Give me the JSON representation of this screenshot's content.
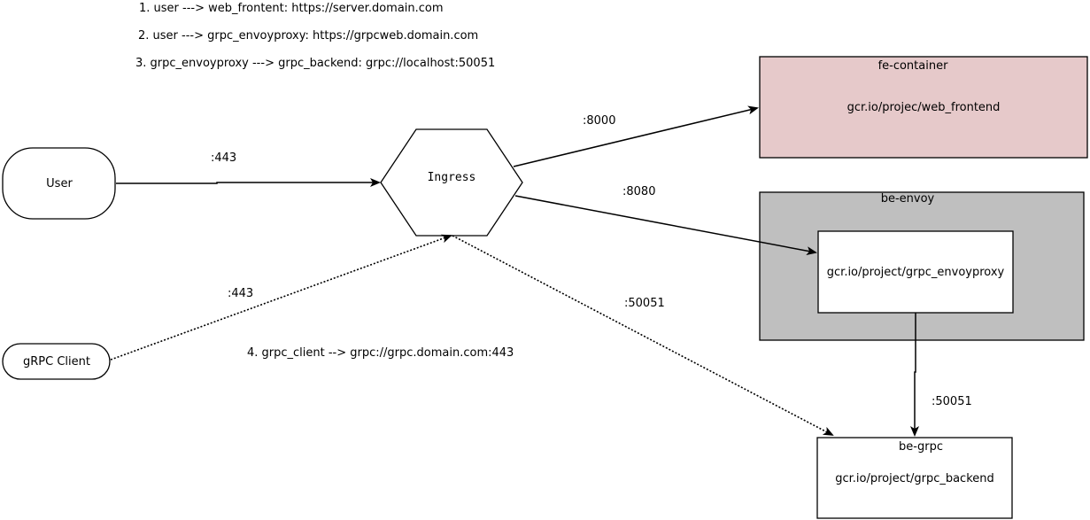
{
  "notes": [
    "1. user ---> web_frontent:   https://server.domain.com",
    "2. user ---> grpc_envoyproxy:   https://grpcweb.domain.com",
    "3. grpc_envoyproxy ---> grpc_backend:   grpc://localhost:50051",
    "4. grpc_client --> grpc://grpc.domain.com:443"
  ],
  "nodes": {
    "user": "User",
    "grpc_client": "gRPC Client",
    "ingress": "Ingress",
    "fe_container": {
      "title": "fe-container",
      "image": "gcr.io/projec/web_frontend"
    },
    "be_envoy": {
      "title": "be-envoy",
      "image": "gcr.io/project/grpc_envoyproxy"
    },
    "be_grpc": {
      "title": "be-grpc",
      "image": "gcr.io/project/grpc_backend"
    }
  },
  "edges": {
    "user_ingress": ":443",
    "client_ingress": ":443",
    "ingress_fe": ":8000",
    "ingress_envoy": ":8080",
    "ingress_grpc": ":50051",
    "envoy_grpc": ":50051"
  },
  "colors": {
    "fe_fill": "#e6c9ca",
    "envoy_fill": "#bfbfbf",
    "stroke": "#000000"
  }
}
